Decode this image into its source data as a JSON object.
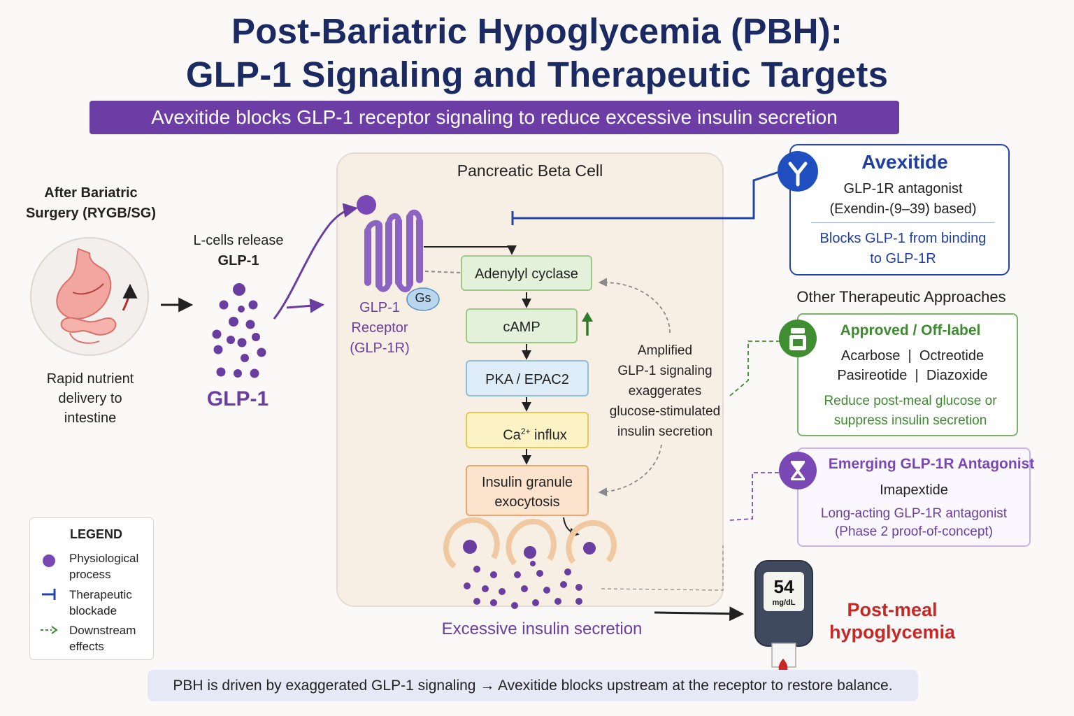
{
  "title": {
    "line1": "Post-Bariatric Hypoglycemia (PBH):",
    "line2": "GLP-1 Signaling and Therapeutic Targets"
  },
  "banner": "Avexitide blocks GLP-1 receptor signaling to reduce excessive insulin secretion",
  "left": {
    "heading_line1": "After Bariatric",
    "heading_line2": "Surgery (RYGB/SG)",
    "caption_line1": "Rapid nutrient",
    "caption_line2": "delivery to",
    "caption_line3": "intestine",
    "lcells_line1": "L-cells release",
    "lcells_line2": "GLP-1",
    "glp1_label": "GLP-1"
  },
  "cell": {
    "title": "Pancreatic Beta Cell",
    "receptor_line1": "GLP-1",
    "receptor_line2": "Receptor",
    "receptor_line3": "(GLP-1R)",
    "gs_label": "Gs",
    "steps": {
      "adenylyl": "Adenylyl cyclase",
      "camp": "cAMP",
      "pka": "PKA / EPAC2",
      "ca_prefix": "Ca",
      "ca_sup": "2+",
      "ca_suffix": " influx",
      "insulin_line1": "Insulin granule",
      "insulin_line2": "exocytosis"
    },
    "amplified": [
      "Amplified",
      "GLP-1 signaling",
      "exaggerates",
      "glucose-stimulated",
      "insulin secretion"
    ],
    "excess": "Excessive insulin secretion"
  },
  "avexitide": {
    "title": "Avexitide",
    "sub_line1": "GLP-1R antagonist",
    "sub_line2": "(Exendin-(9–39) based)",
    "blue_line1": "Blocks GLP-1 from binding",
    "blue_line2": "to GLP-1R"
  },
  "other": {
    "heading": "Other Therapeutic Approaches",
    "green": {
      "title": "Approved / Off-label",
      "drugs_line1": "Acarbose  |  Octreotide",
      "drugs_line2": "Pasireotide  |  Diazoxide",
      "note_line1": "Reduce post-meal glucose or",
      "note_line2": "suppress insulin secretion"
    },
    "purple": {
      "title": "Emerging GLP-1R Antagonist",
      "drug": "Imapextide",
      "note_line1": "Long-acting GLP-1R antagonist",
      "note_line2": "(Phase 2 proof-of-concept)"
    }
  },
  "meter": {
    "value": "54",
    "unit": "mg/dL"
  },
  "hypoglycemia": {
    "line1": "Post-meal",
    "line2": "hypoglycemia"
  },
  "legend": {
    "title": "LEGEND",
    "items": [
      {
        "line1": "Physiological",
        "line2": "process"
      },
      {
        "line1": "Therapeutic",
        "line2": "blockade"
      },
      {
        "line1": "Downstream",
        "line2": "effects"
      }
    ]
  },
  "footer": "PBH is driven by exaggerated GLP-1 signaling → Avexitide blocks upstream at the receptor to restore balance.",
  "colors": {
    "navy": "#1b2a63",
    "purple": "#6d3da6",
    "blue": "#1f3ea2",
    "green": "#3d8a2f",
    "red": "#c92626"
  }
}
